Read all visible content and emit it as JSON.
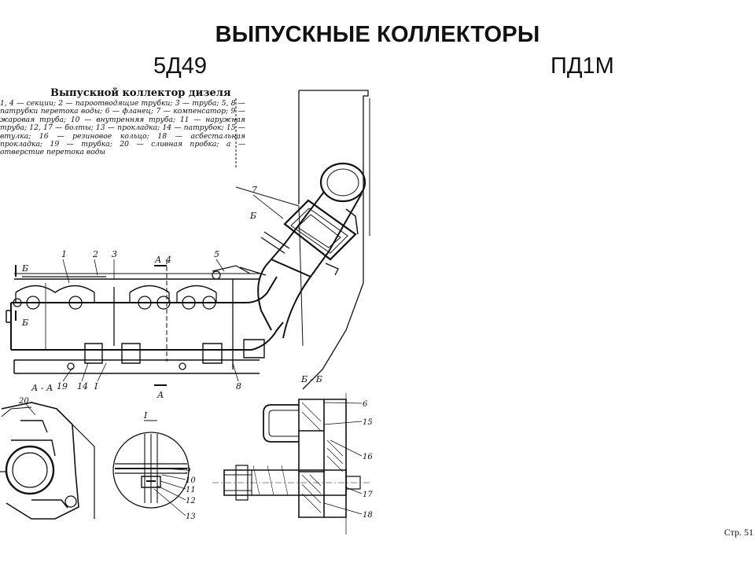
{
  "slide": {
    "title": "ВЫПУСКНЫЕ КОЛЛЕКТОРЫ",
    "subtitle_left": "5Д49",
    "subtitle_right": "ПД1М",
    "page_number": "Стр. 51"
  },
  "figure": {
    "caption_title": "Выпускной коллектор дизеля",
    "caption_text": "1, 4 — секции; 2 — пароотводящие трубки; 3 — труба; 5, 8 — патрубки перетока воды; 6 — фланец; 7 — компенсатор; 9 — жаровая труба; 10 — внутренняя труба; 11 — наружная труба; 12, 17 — болты; 13 — прокладка; 14 — патрубок; 15 — втулка; 16 — резиновое кольцо; 18 — асбестальная прокладка; 19 — трубка; 20 — сливная пробка; а — отверстие перетока воды",
    "section_labels": {
      "aa": "А - А",
      "bb": "Б - Б",
      "detail": "I",
      "cut_b_top": "Б",
      "cut_b_bottom": "Б",
      "cut_a_top": "А",
      "cut_a_bottom": "А",
      "cut_b_upper": "Б"
    },
    "callouts": {
      "n1": "1",
      "n2": "2",
      "n3": "3",
      "n4": "4",
      "n5": "5",
      "n7": "7",
      "n8": "8",
      "n14": "14",
      "n19": "19",
      "nI": "I",
      "n20": "20",
      "n9": "9",
      "n10": "10",
      "n11": "11",
      "n12": "12",
      "n13": "13",
      "n6": "6",
      "n15": "15",
      "n16": "16",
      "n17": "17",
      "n18": "18"
    }
  }
}
